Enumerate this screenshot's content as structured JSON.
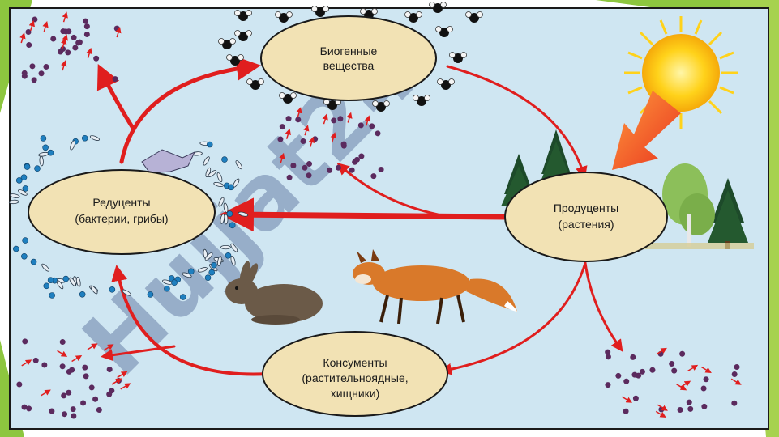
{
  "nodes": {
    "biogenic": {
      "line1": "Биогенные",
      "line2": "вещества"
    },
    "decomposers": {
      "line1": "Редуценты",
      "line2": "(бактерии, грибы)"
    },
    "producers": {
      "line1": "Продуценты",
      "line2": "(растения)"
    },
    "consumers": {
      "line1": "Консументы",
      "line2": "(растительноядные,",
      "line3": "хищники)"
    }
  },
  "watermark": "Hujjat24",
  "colors": {
    "background": "#cfe6f2",
    "node_fill": "#f2e2b4",
    "node_stroke": "#1a1a1a",
    "arrow": "#e01e1e",
    "slide_accent": "#8dc63f",
    "sun": "#ffd21a"
  },
  "icons": [
    "sun-icon",
    "spruce-tree-icon",
    "birch-tree-icon",
    "rabbit-icon",
    "fox-icon",
    "molecule-icon",
    "bacteria-icon"
  ]
}
